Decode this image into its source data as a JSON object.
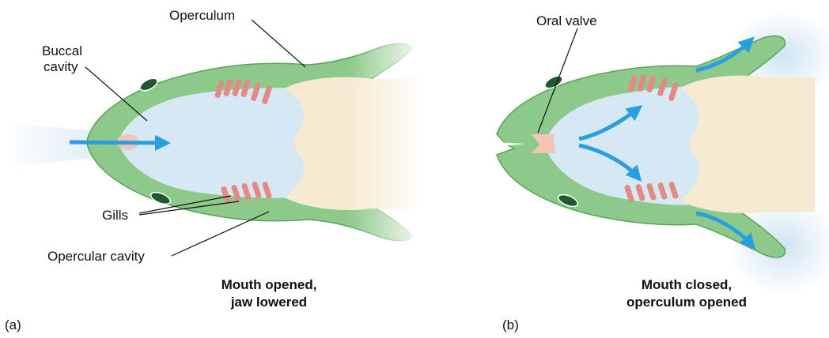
{
  "panel_a": {
    "letter": "(a)",
    "labels": {
      "operculum": "Operculum",
      "buccal_line1": "Buccal",
      "buccal_line2": "cavity",
      "gills": "Gills",
      "opercular_cavity": "Opercular cavity"
    },
    "caption_line1": "Mouth opened,",
    "caption_line2": "jaw lowered"
  },
  "panel_b": {
    "letter": "(b)",
    "labels": {
      "oral_valve": "Oral valve"
    },
    "caption_line1": "Mouth closed,",
    "caption_line2": "operculum opened"
  },
  "colors": {
    "body_green": "#8cc98a",
    "body_green_dark": "#5aa35a",
    "cavity_blue": "#d6e8f4",
    "tissue_cream": "#f6ead2",
    "gill_red": "#e38a84",
    "arrow_blue": "#2a9fe0",
    "eye_dark": "#1f5a2e"
  }
}
